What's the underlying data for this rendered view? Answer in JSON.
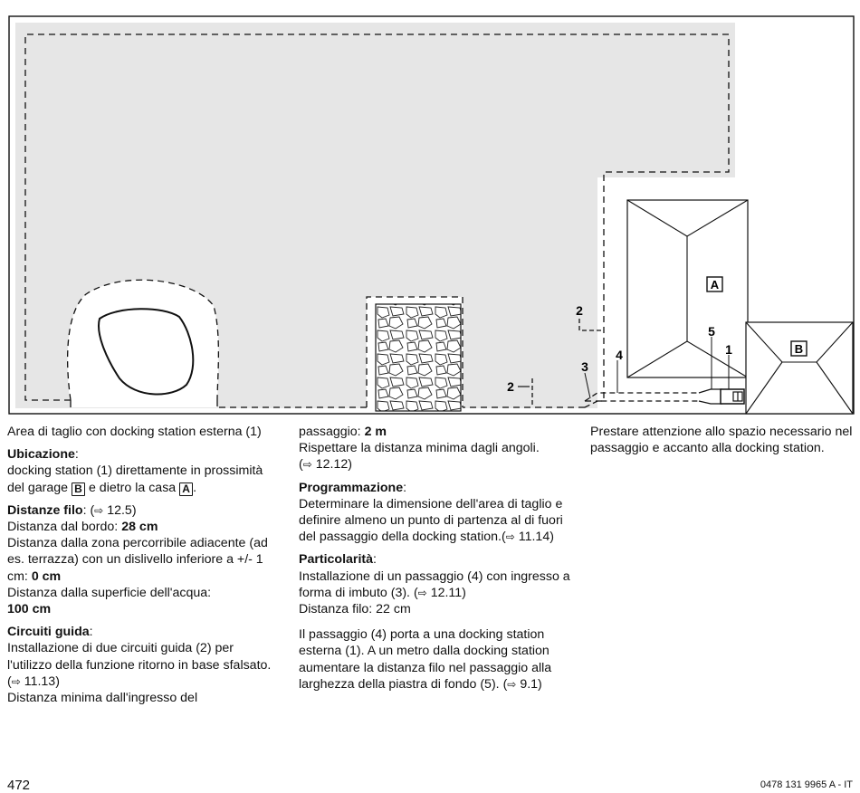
{
  "figure": {
    "callouts": {
      "c1": "1",
      "c2a": "2",
      "c2b": "2",
      "c3": "3",
      "c4": "4",
      "c5": "5"
    },
    "house_label": "A",
    "garage_label": "B"
  },
  "col1": {
    "caption": "Area di taglio con docking station esterna (1)",
    "ubicazione_title": "Ubicazione",
    "ubicazione_text1": "docking station (1) direttamente in prossimità del garage",
    "ubicazione_box_b": "B",
    "ubicazione_text2": "e dietro la casa",
    "ubicazione_box_a": "A",
    "distanze_title": "Distanze filo",
    "distanze_ref": "12.5",
    "bordo_label": "Distanza dal bordo:",
    "bordo_value": "28 cm",
    "dislivello_label": "Distanza dalla zona percorribile adiacente (ad es. terrazza) con un dislivello inferiore a +/- 1 cm:",
    "dislivello_value": "0 cm",
    "acqua_label": "Distanza dalla superficie dell'acqua:",
    "acqua_value": "100 cm",
    "circuiti_title": "Circuiti guida",
    "circuiti_text": "Installazione di due circuiti guida (2) per l'utilizzo della funzione ritorno in base sfalsato.",
    "circuiti_ref": "11.13",
    "ingresso_text": "Distanza minima dall'ingresso del"
  },
  "col2": {
    "passaggio_label": "passaggio:",
    "passaggio_value": "2 m",
    "angoli_text": "Rispettare la distanza minima dagli angoli.",
    "angoli_ref": "12.12",
    "programmazione_title": "Programmazione",
    "programmazione_text": "Determinare la dimensione dell'area di taglio e definire almeno un punto di partenza al di fuori del passaggio della docking station.",
    "programmazione_ref": "11.14",
    "particolarita_title": "Particolarità",
    "particolarita_text": "Installazione di un passaggio (4) con ingresso a forma di imbuto (3).",
    "particolarita_ref": "12.11",
    "distanza_filo": "Distanza filo: 22 cm",
    "passaggio_para": "Il passaggio (4) porta a una docking station esterna (1). A un metro dalla docking station aumentare la distanza filo nel passaggio alla larghezza della piastra di fondo (5).",
    "passaggio_ref": "9.1"
  },
  "col3": {
    "attenzione_text": "Prestare attenzione allo spazio necessario nel passaggio e accanto alla docking station."
  },
  "footer": {
    "page_number": "472",
    "doc_code": "0478 131 9965 A - IT"
  }
}
